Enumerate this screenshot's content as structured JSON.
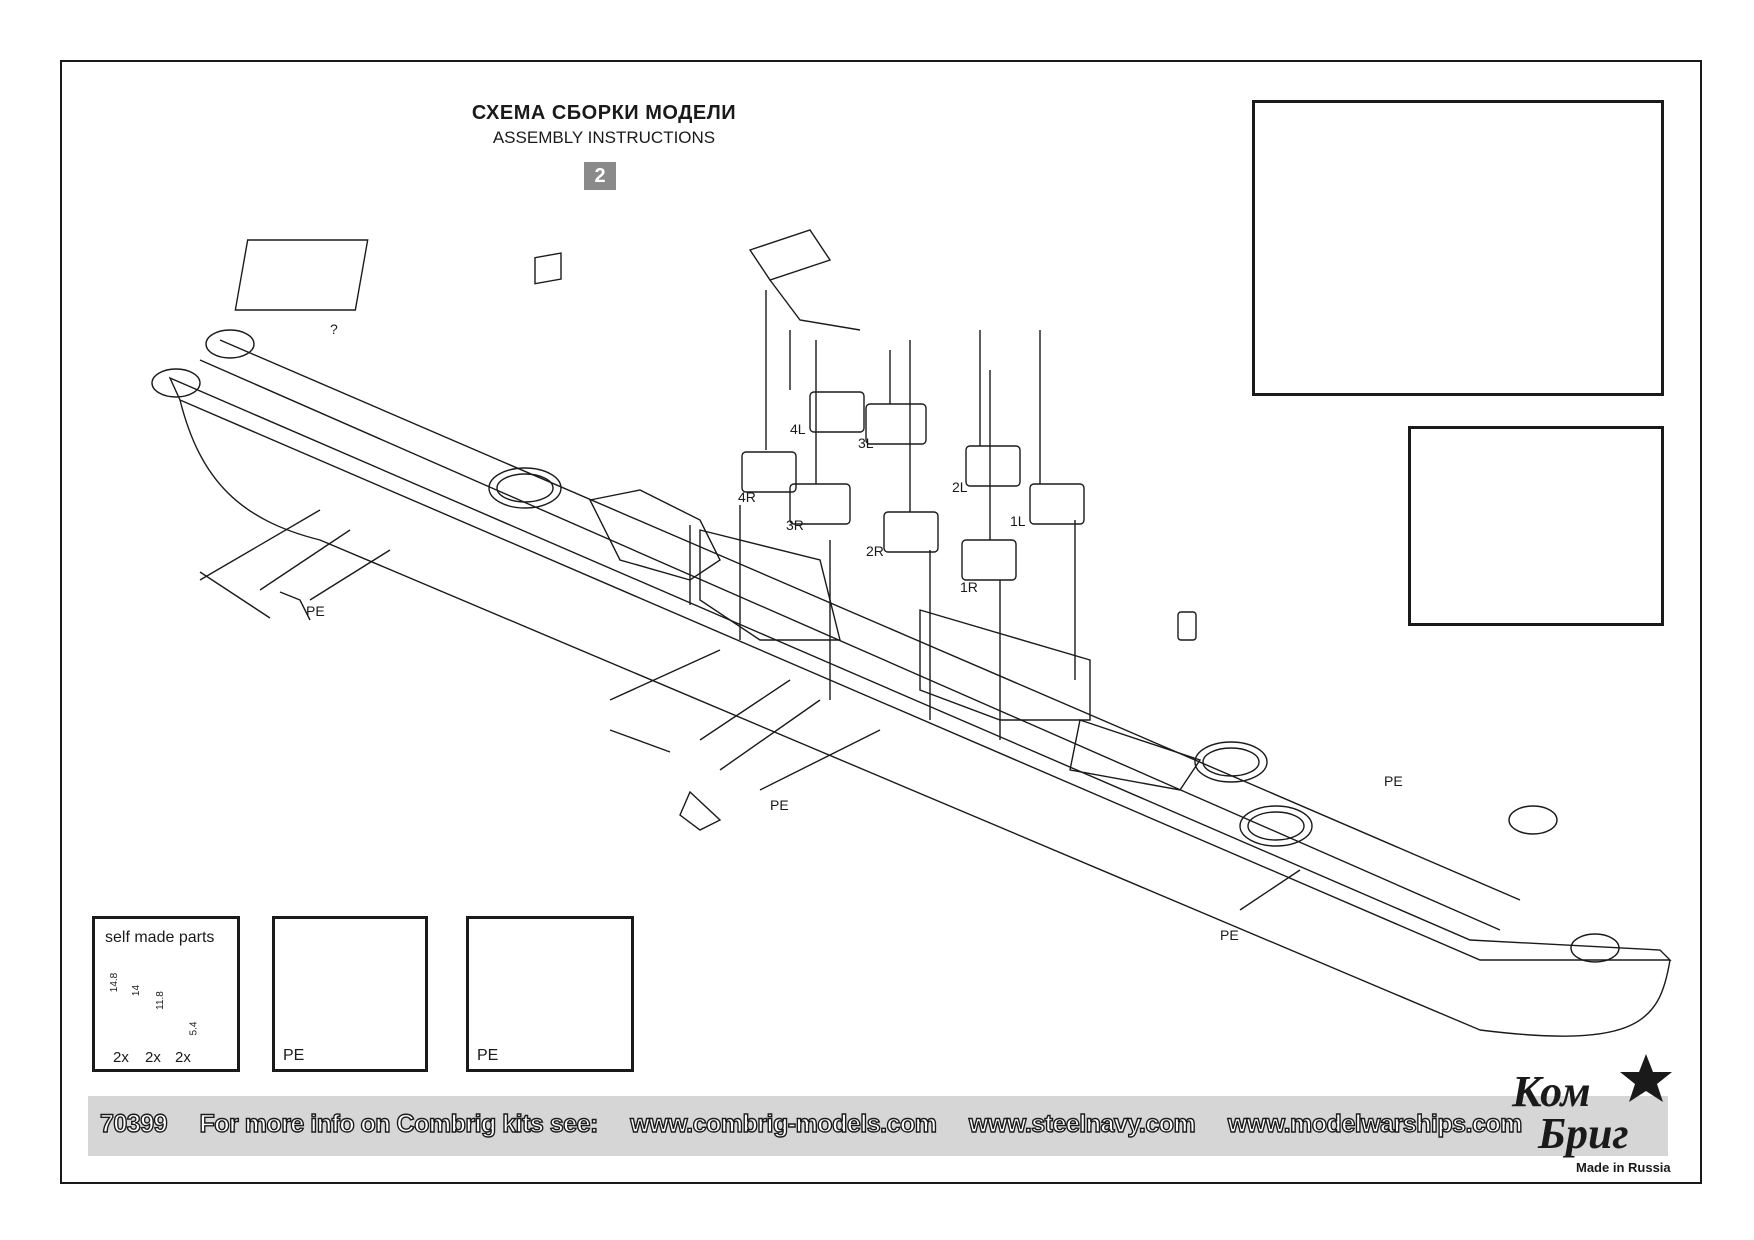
{
  "header": {
    "title_ru": "СХЕМА СБОРКИ МОДЕЛИ",
    "title_en": "ASSEMBLY INSTRUCTIONS",
    "step": "2"
  },
  "labels": {
    "q": "?",
    "t4L": "4L",
    "t3L": "3L",
    "t4R": "4R",
    "t3R": "3R",
    "t2L": "2L",
    "t1L": "1L",
    "t2R": "2R",
    "t1R": "1R",
    "pe": "PE"
  },
  "self_made": {
    "title": "self made parts",
    "dims": [
      "14.8",
      "14",
      "11.8",
      "5.4"
    ],
    "counts": [
      "2x",
      "2x",
      "2x"
    ]
  },
  "pe_box1": {
    "label": "PE"
  },
  "pe_box2": {
    "label": "PE"
  },
  "footer": {
    "code": "70399",
    "info": "For more info on Combrig kits see:",
    "site1": "www.combrig-models.com",
    "site2": "www.steelnavy.com",
    "site3": "www.modelwarships.com"
  },
  "logo": {
    "top": "Ком",
    "bottom": "Бриг",
    "made": "Made in Russia"
  }
}
